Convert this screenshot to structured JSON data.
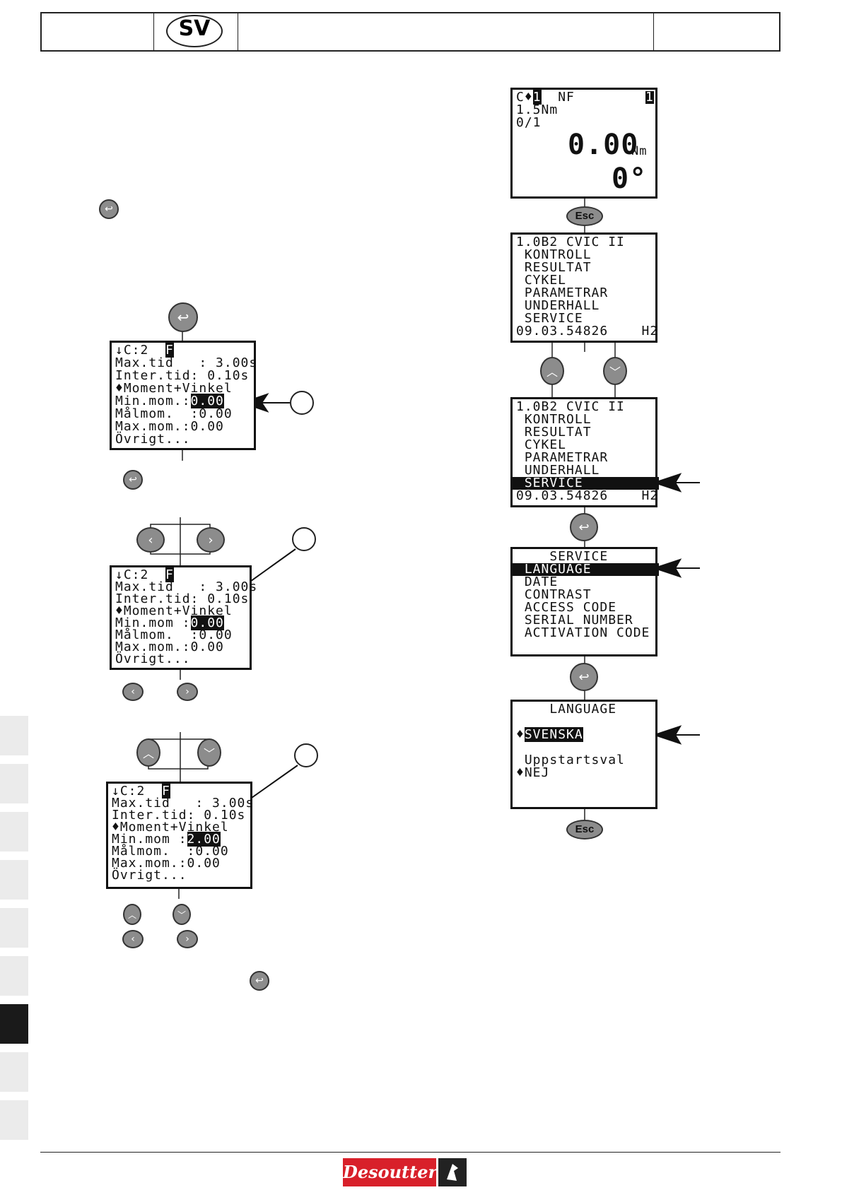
{
  "header": {
    "language_code": "SV"
  },
  "screens": {
    "left1": {
      "lines": [
        "↓C:2  ",
        "Max.tid   : 3.00s",
        "Inter.tid: 0.10s",
        "♦Moment+Vinkel",
        "Min.mom.:",
        "Målmom.  :0.00",
        "Max.mom.:0.00",
        "Övrigt..."
      ],
      "flag": "F",
      "value": "0.00"
    },
    "left2": {
      "lines": [
        "↓C:2  ",
        "Max.tid   : 3.00s",
        "Inter.tid: 0.10s",
        "♦Moment+Vinkel",
        "Min.mom :",
        "Målmom.  :0.00",
        "Max.mom.:0.00",
        "Övrigt..."
      ],
      "flag": "F",
      "value": "0.00"
    },
    "left3": {
      "lines": [
        "↓C:2  ",
        "Max.tid   : 3.00s",
        "Inter.tid: 0.10s",
        "♦Moment+Vinkel",
        "Min.mom :",
        "Målmom.  :0.00",
        "Max.mom.:0.00",
        "Övrigt..."
      ],
      "flag": "F",
      "value": "2.00"
    },
    "run": {
      "line1a": "C♦",
      "line1b": "1",
      "line1c": "  NF",
      "line1d": "1",
      "line2": "1.5Nm",
      "line3": "0/1",
      "torque": "0.00",
      "torque_unit": "Nm",
      "angle": "0°"
    },
    "menu1": {
      "lines": [
        "1.0B2 CVIC II",
        " KONTROLL",
        " RESULTAT",
        " CYKEL",
        " PARAMETRAR",
        " UNDERHALL",
        " SERVICE",
        "09.03.54826    H2"
      ]
    },
    "menu2": {
      "lines": [
        "1.0B2 CVIC II",
        " KONTROLL",
        " RESULTAT",
        " CYKEL",
        " PARAMETRAR",
        " UNDERHALL",
        " SERVICE",
        "09.03.54826    H2"
      ]
    },
    "service": {
      "lines": [
        "    SERVICE",
        " LANGUAGE",
        " DATE",
        " CONTRAST",
        " ACCESS CODE",
        " SERIAL NUMBER",
        " ACTIVATION CODE"
      ]
    },
    "language": {
      "title": "    LANGUAGE",
      "selected": "SVENSKA",
      "line2": " Uppstartsval",
      "line3": "NEJ"
    }
  },
  "keys": {
    "esc": "Esc"
  },
  "footer": {
    "brand": "Desoutter"
  }
}
